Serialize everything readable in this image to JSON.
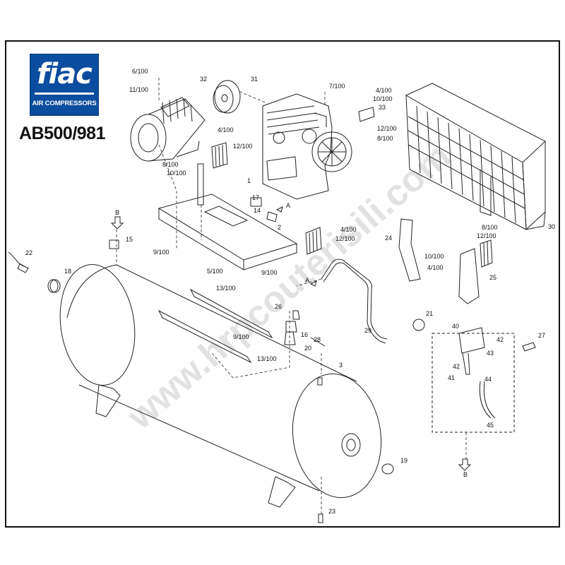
{
  "brand": {
    "logo_text": "fiac",
    "logo_subtitle": "AIR COMPRESSORS",
    "brand_color": "#0b4d9e"
  },
  "model": "AB500/981",
  "watermark": "www.hrpcouterisili.com",
  "view_markers": {
    "b_top": "B",
    "b_bottom": "B",
    "a_arrow_1": "A",
    "a_arrow_2": "A"
  },
  "part_labels": {
    "p1": "1",
    "p2": "2",
    "p3": "3",
    "p14": "14",
    "p15": "15",
    "p16": "16",
    "p17": "17",
    "p18": "18",
    "p19": "19",
    "p20": "20",
    "p21": "21",
    "p22": "22",
    "p23": "23",
    "p24": "24",
    "p25": "25",
    "p26": "26",
    "p27": "27",
    "p28": "28",
    "p29": "29",
    "p30": "30",
    "p31": "31",
    "p32": "32",
    "p33": "33",
    "p40": "40",
    "p41": "41",
    "p42a": "42",
    "p42b": "42",
    "p43": "43",
    "p44": "44",
    "p45": "45",
    "h6_100": "6/100",
    "h11_100": "11/100",
    "h7_100": "7/100",
    "h4_100_a": "4/100",
    "h10_100_a": "10/100",
    "h12_100_a": "12/100",
    "h8_100_a": "8/100",
    "h4_100_b": "4/100",
    "h12_100_b": "12/100",
    "h8_100_b": "8/100",
    "h10_100_b": "10/100",
    "h4_100_c": "4/100",
    "h12_100_c": "12/100",
    "h9_100_a": "9/100",
    "h9_100_b": "9/100",
    "h5_100": "5/100",
    "h13_100_a": "13/100",
    "h9_100_c": "9/100",
    "h13_100_b": "13/100",
    "h8_100_c": "8/100",
    "h12_100_d": "12/100",
    "h10_100_c": "10/100",
    "h4_100_d": "4/100"
  }
}
